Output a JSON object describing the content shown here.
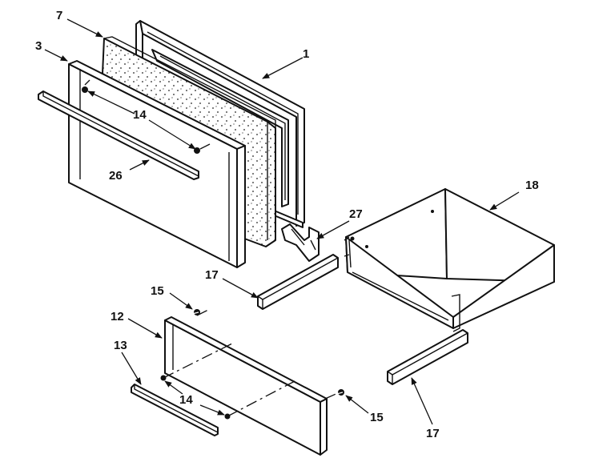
{
  "callouts": {
    "c1": "1",
    "c3": "3",
    "c7": "7",
    "c12": "12",
    "c13": "13",
    "c14_upper": "14",
    "c14_lower": "14",
    "c15_left": "15",
    "c15_right": "15",
    "c17_left": "17",
    "c17_lower": "17",
    "c18": "18",
    "c26": "26",
    "c27": "27"
  }
}
